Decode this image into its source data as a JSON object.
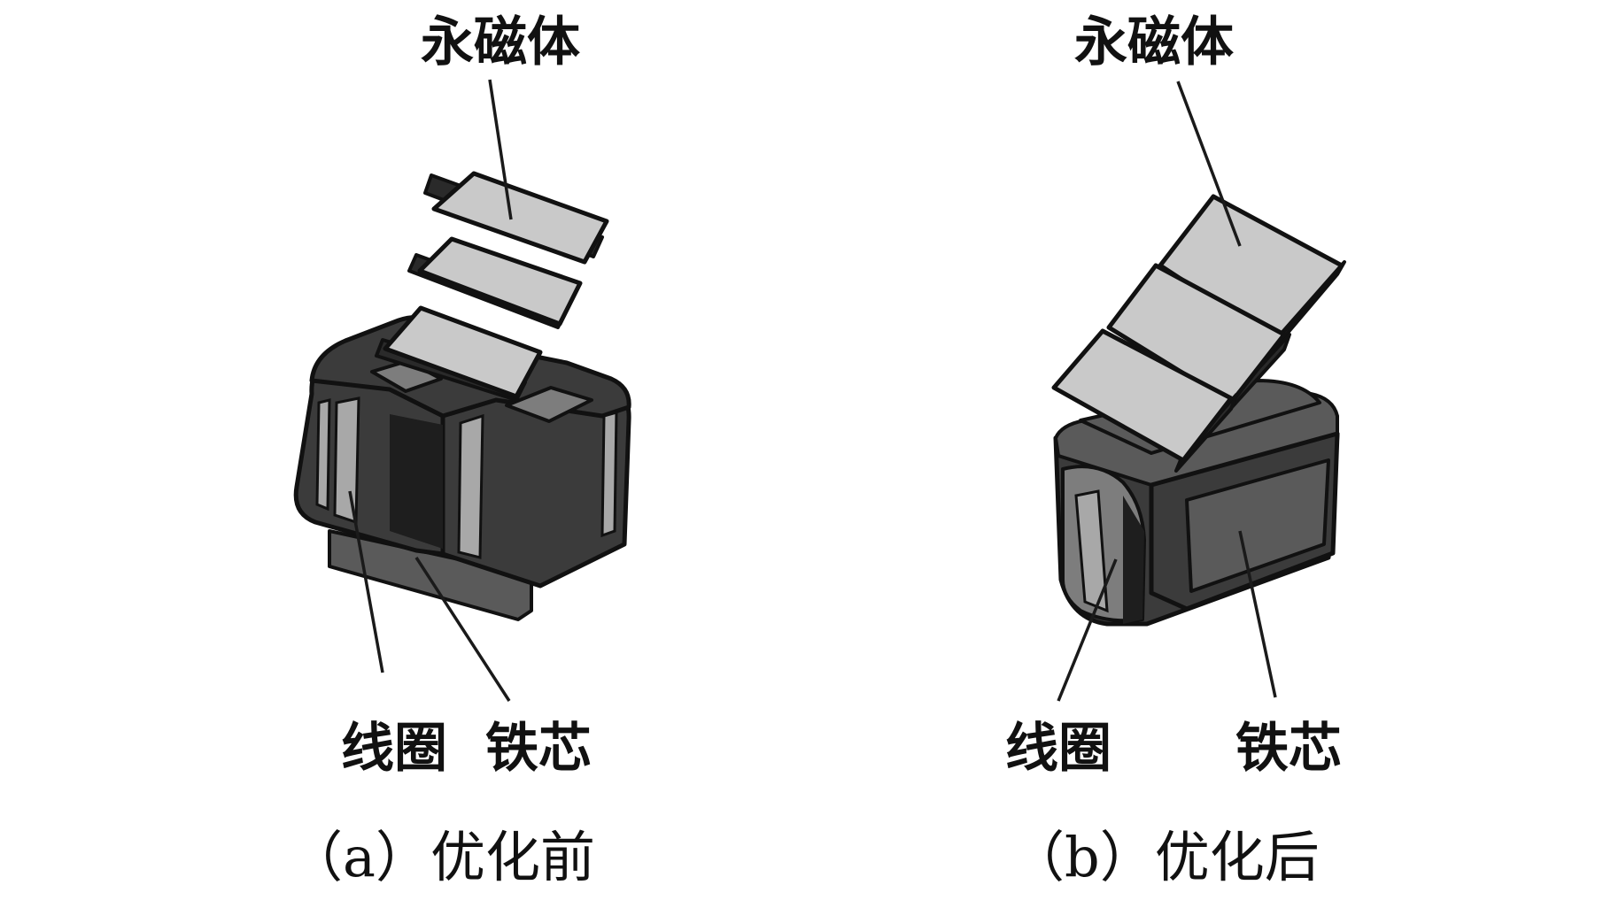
{
  "panels": [
    {
      "id": "a",
      "caption": "（a）优化前",
      "labels": {
        "magnet": "永磁体",
        "coil": "线圈",
        "core": "铁芯"
      }
    },
    {
      "id": "b",
      "caption": "（b）优化后",
      "labels": {
        "magnet": "永磁体",
        "coil": "线圈",
        "core": "铁芯"
      }
    }
  ],
  "colors": {
    "magnet": "#c9c9c9",
    "core": "#3b3b3b",
    "coil_highlight": "#a8a8a8",
    "outline": "#111111",
    "background": "#ffffff"
  }
}
